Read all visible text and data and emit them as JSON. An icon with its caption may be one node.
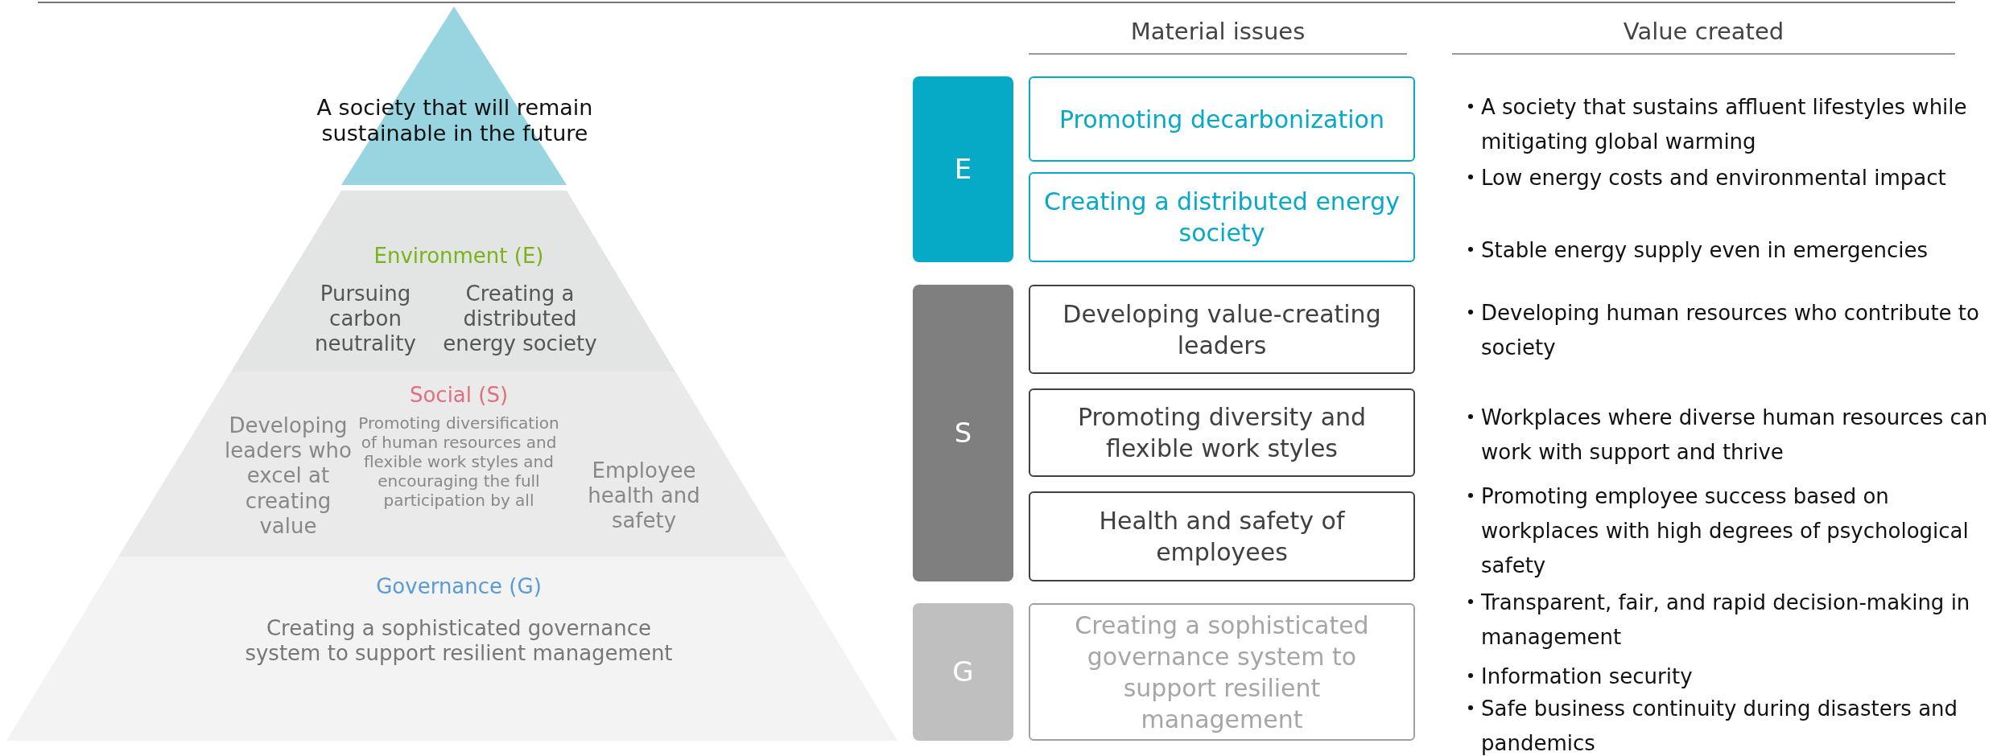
{
  "diagram": {
    "nodes": [
      {
        "text": [
          "A society that will remain sustainable in the future"
        ]
      },
      {
        "text": [
          "Environment (E)",
          "Pursuing carbon neutrality",
          "Creating a distributed energy society"
        ]
      },
      {
        "text": [
          "Social (S)",
          "Developing leaders who excel at creating value",
          "Promoting diversification of human resources and flexible work styles and encouraging the full participation by all",
          "Employee health and safety"
        ]
      },
      {
        "text": [
          "Governance (G)",
          "Creating a sophisticated governance system to support resilient management"
        ]
      },
      {
        "text": [
          "E"
        ]
      },
      {
        "text": [
          "Promoting decarbonization"
        ]
      },
      {
        "text": [
          "Creating a distributed energy society"
        ]
      },
      {
        "text": [
          "S"
        ]
      },
      {
        "text": [
          "Developing value-creating leaders"
        ]
      },
      {
        "text": [
          "Promoting diversity and flexible work styles"
        ]
      },
      {
        "text": [
          "Health and safety of employees"
        ]
      },
      {
        "text": [
          "G"
        ]
      },
      {
        "text": [
          "Creating a sophisticated governance system to support resilient management"
        ]
      }
    ],
    "labels": [
      "Material issues",
      "Value created",
      "A society that sustains affluent lifestyles while mitigating global warming",
      "Low energy costs and environmental impact",
      "Stable energy supply even in emergencies",
      "Developing human resources who contribute to society",
      "Workplaces where diverse human resources can work with support and thrive",
      "Promoting employee success based on workplaces with high degrees of psychological safety",
      "Transparent, fair, and rapid decision-making in management",
      "Information security",
      "Safe business continuity during disasters and pandemics"
    ]
  }
}
